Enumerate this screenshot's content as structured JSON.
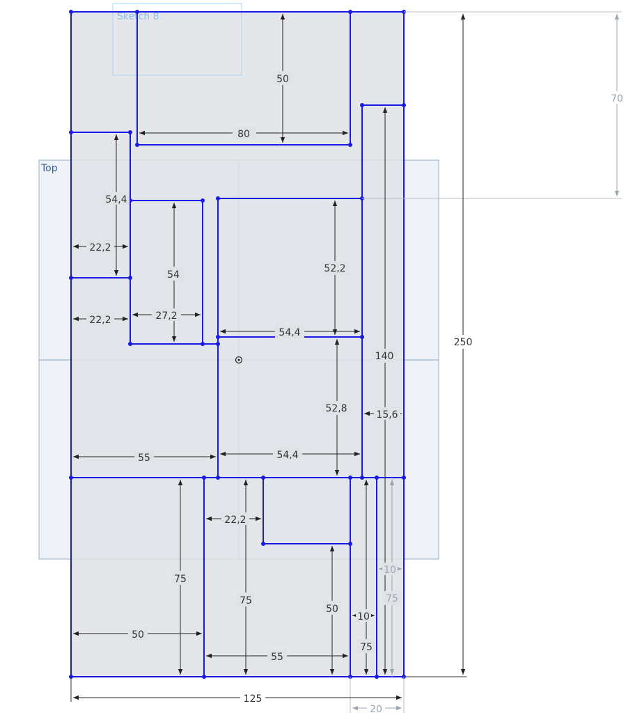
{
  "planes": {
    "top_label": "Top",
    "sketch_label": "Sketch 8"
  },
  "colors": {
    "sketch_line": "#1a1ae6",
    "face_fill": "#dfe2e6",
    "plane_fill": "#eef2f7",
    "plane_stroke": "#8aa7c8",
    "dim_dark": "#222222",
    "dim_grey": "#9aa5ad"
  },
  "dimensions": {
    "d50_top": "50",
    "d80": "80",
    "d70": "70",
    "d54_4_v": "54,4",
    "d22_2_a": "22,2",
    "d54": "54",
    "d52_2": "52,2",
    "d22_2_b": "22,2",
    "d27_2": "27,2",
    "d54_4_h1": "54,4",
    "d140": "140",
    "d250": "250",
    "d52_8": "52,8",
    "d15_6": "15,6",
    "d55_a": "55",
    "d54_4_h2": "54,4",
    "d22_2_c": "22,2",
    "d10_grey": "10",
    "d75_a": "75",
    "d75_b": "75",
    "d50_mid": "50",
    "d75_grey": "75",
    "d10": "10",
    "d50_bottom": "50",
    "d55_b": "55",
    "d75_c": "75",
    "d125": "125",
    "d20": "20"
  }
}
